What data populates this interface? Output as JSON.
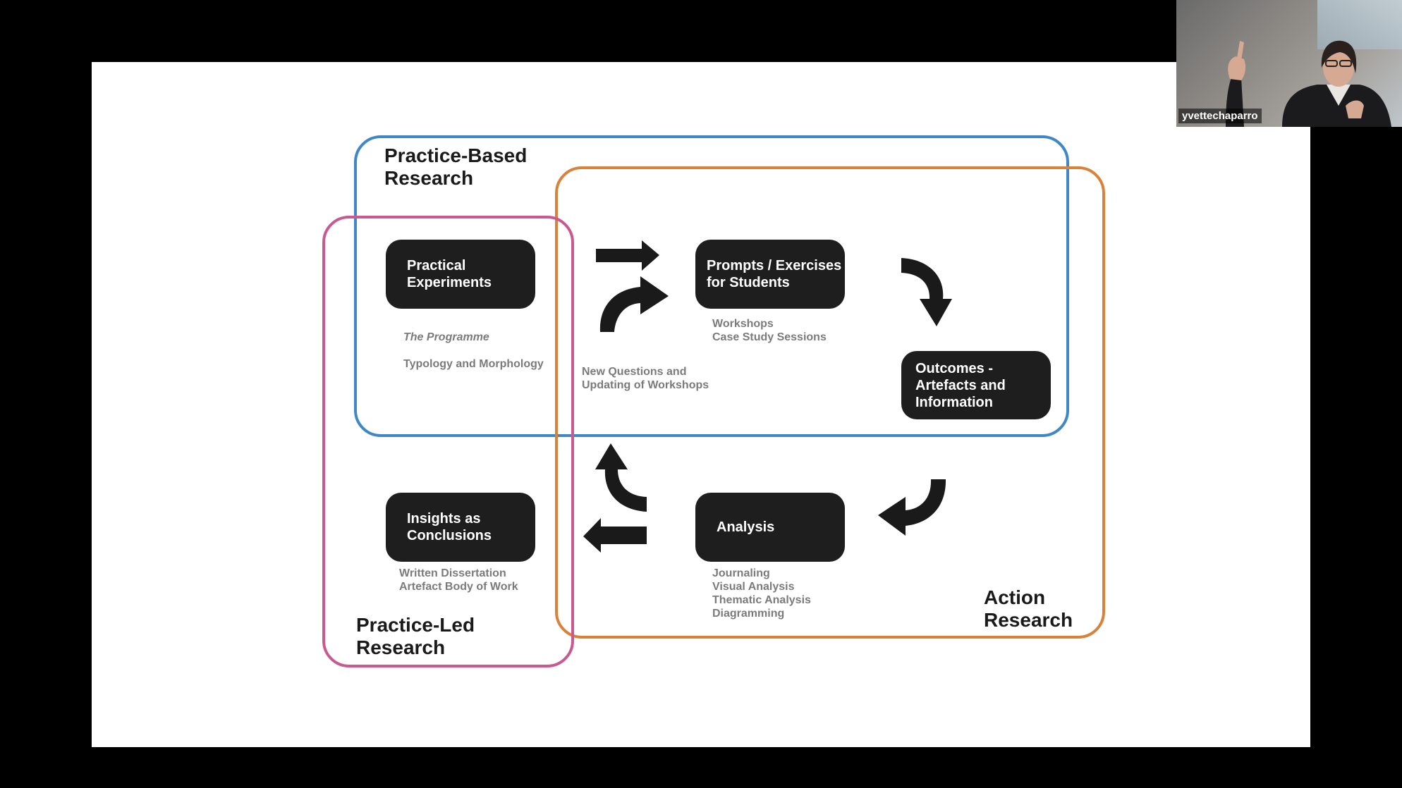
{
  "diagram": {
    "regions": {
      "practice_based": "Practice-Based\nResearch",
      "action": "Action\nResearch",
      "practice_led": "Practice-Led\nResearch"
    },
    "boxes": {
      "practical": "Practical\nExperiments",
      "prompts": "Prompts / Exercises\nfor Students",
      "outcomes": "Outcomes -\nArtefacts and\nInformation",
      "analysis": "Analysis",
      "insights": "Insights as\nConclusions"
    },
    "notes": {
      "programme_title": "The Programme",
      "programme_sub": "Typology and Morphology",
      "prompts": "Workshops\nCase Study Sessions",
      "new_questions": "New Questions and\nUpdating of Workshops",
      "analysis": "Journaling\nVisual Analysis\nThematic Analysis\nDiagramming",
      "insights": "Written Dissertation\nArtefact Body of Work"
    },
    "colors": {
      "practice_based": "#3f88c5",
      "action": "#d9823b",
      "practice_led": "#c85a91",
      "box": "#1e1e1e",
      "arrow": "#1a1a1a"
    }
  },
  "video": {
    "participant_name": "yvettechaparro"
  }
}
